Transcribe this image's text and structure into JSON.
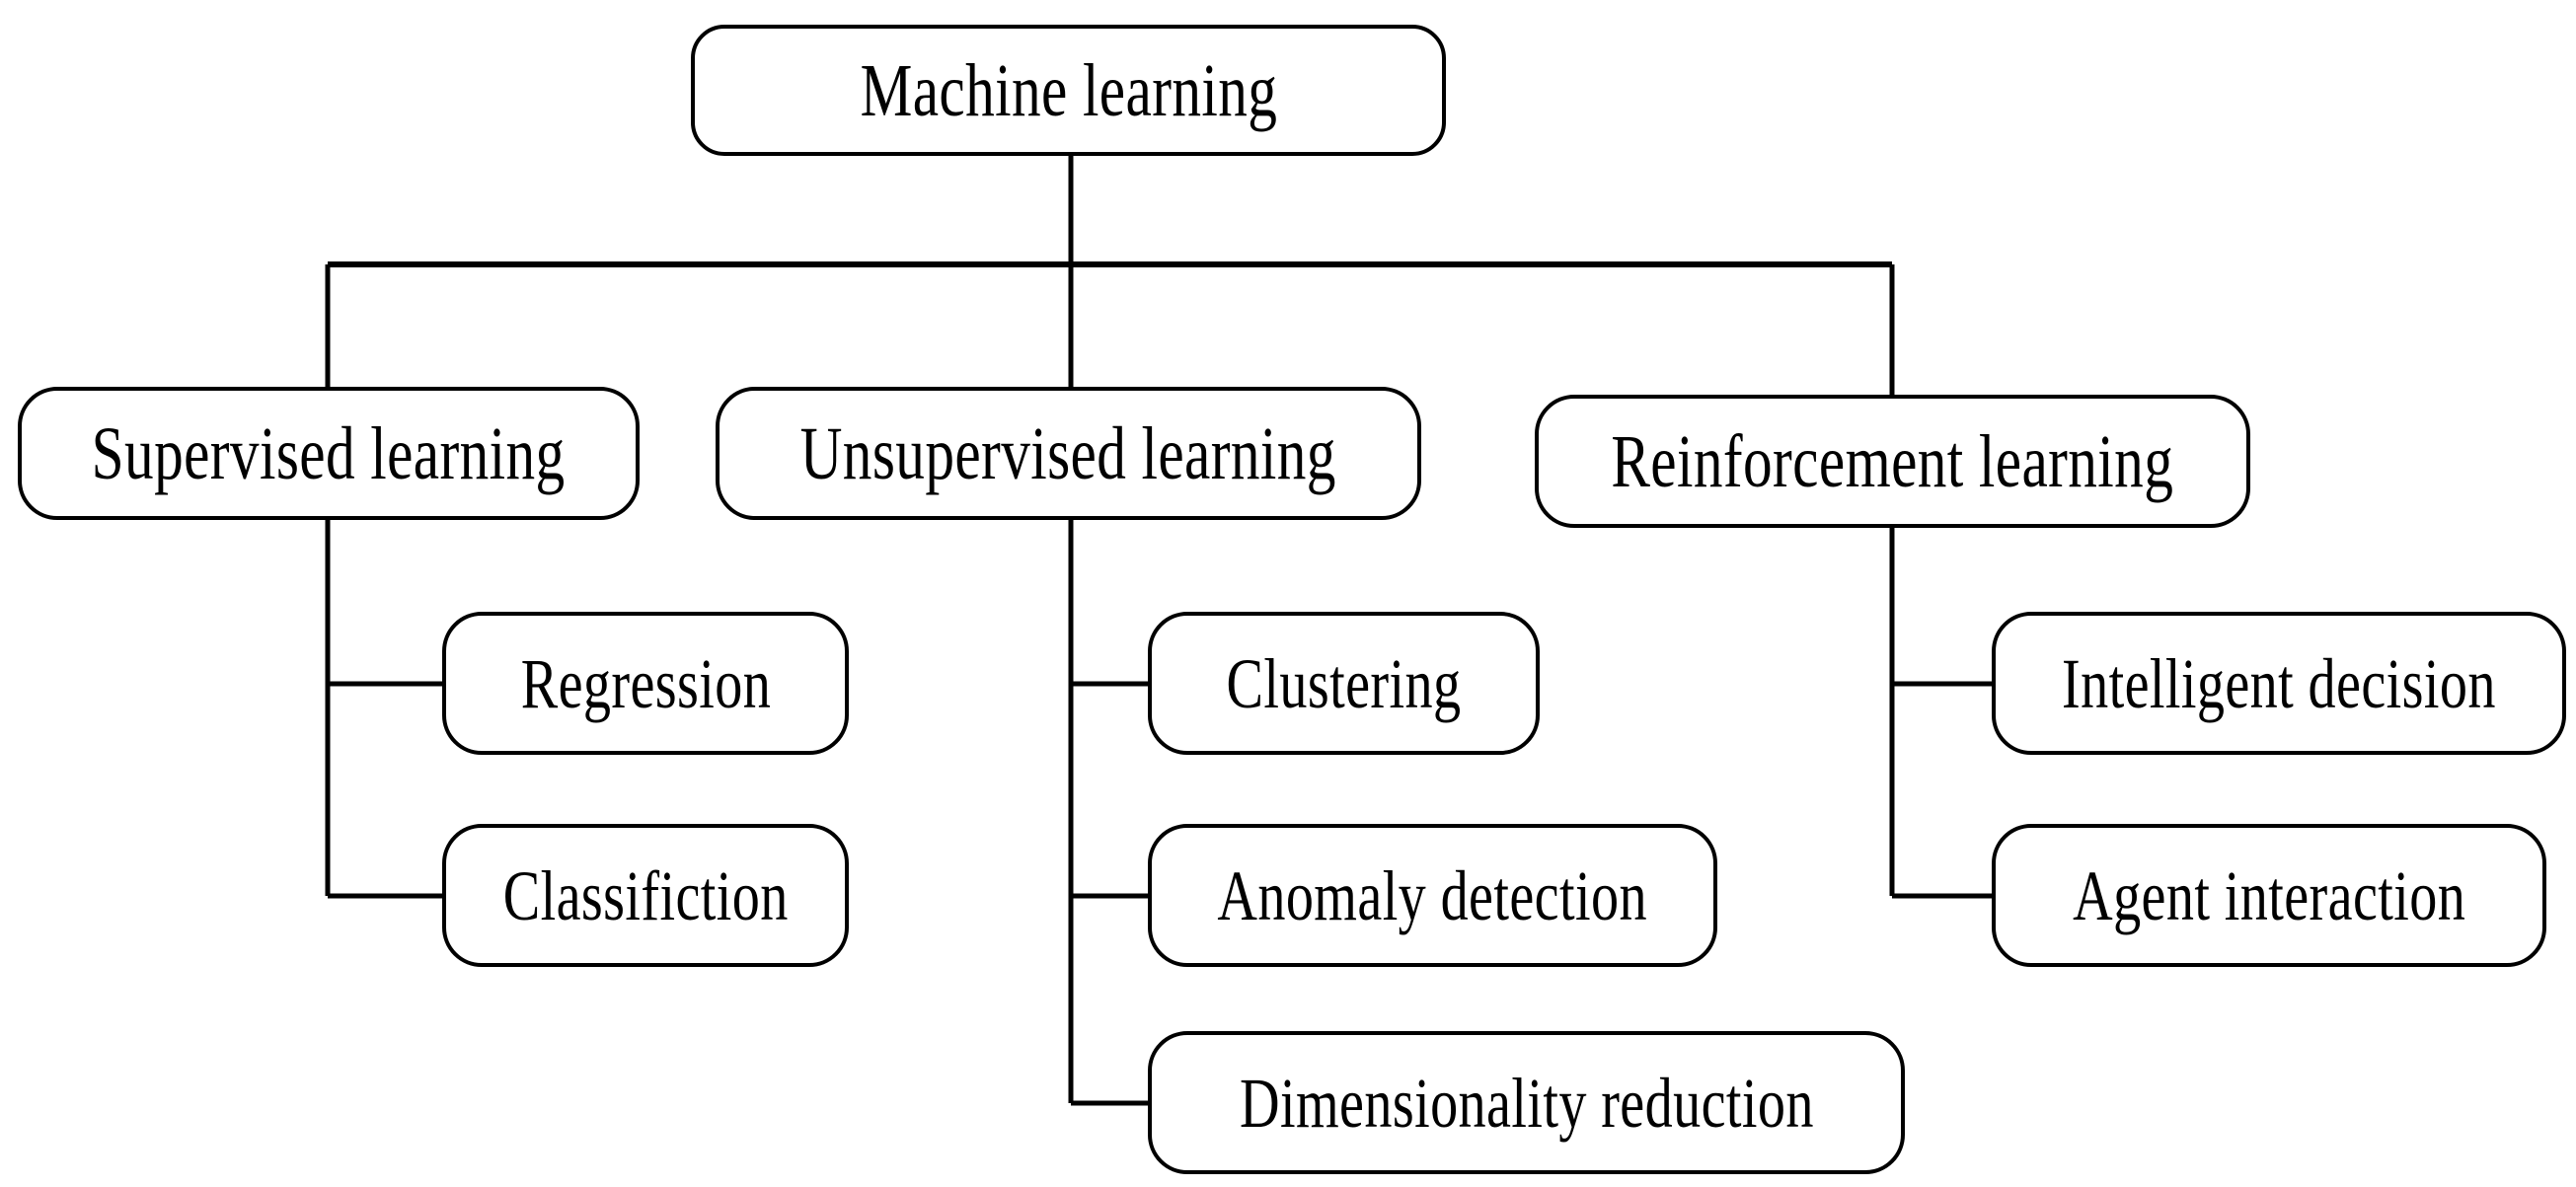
{
  "diagram": {
    "type": "tree",
    "title": "Machine learning",
    "orientation": "top-down",
    "colors": {
      "background": "#ffffff",
      "stroke": "#000000",
      "text": "#000000",
      "node_fill": "#ffffff"
    },
    "root": {
      "id": "machine-learning",
      "label": "Machine learning",
      "level": 1
    },
    "branches": [
      {
        "id": "supervised-learning",
        "label": "Supervised learning",
        "level": 2,
        "children": [
          {
            "id": "regression",
            "label": "Regression",
            "level": 3
          },
          {
            "id": "classifiction",
            "label": "Classifiction",
            "level": 3
          }
        ]
      },
      {
        "id": "unsupervised-learning",
        "label": "Unsupervised learning",
        "level": 2,
        "children": [
          {
            "id": "clustering",
            "label": "Clustering",
            "level": 3
          },
          {
            "id": "anomaly-detection",
            "label": "Anomaly detection",
            "level": 3
          },
          {
            "id": "dimensionality-reduction",
            "label": "Dimensionality reduction",
            "level": 3
          }
        ]
      },
      {
        "id": "reinforcement-learning",
        "label": "Reinforcement learning",
        "level": 2,
        "children": [
          {
            "id": "intelligent-decision",
            "label": "Intelligent decision",
            "level": 3
          },
          {
            "id": "agent-interaction",
            "label": "Agent interaction",
            "level": 3
          }
        ]
      }
    ]
  }
}
